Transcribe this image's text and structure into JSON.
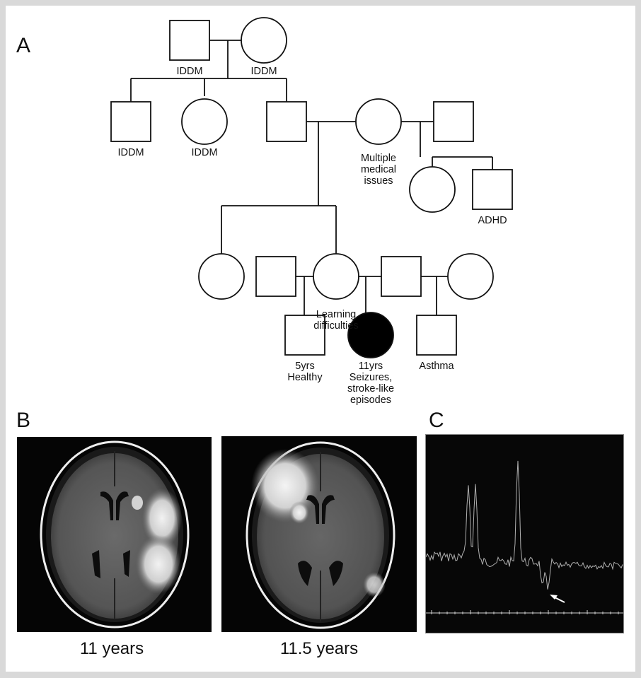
{
  "panels": {
    "A": {
      "letter": "A",
      "title": "Pedigree",
      "individuals": [
        {
          "id": "g1-father",
          "sex": "male",
          "affected": false,
          "label": [
            "IDDM"
          ]
        },
        {
          "id": "g1-mother",
          "sex": "female",
          "affected": false,
          "label": [
            "IDDM"
          ]
        },
        {
          "id": "g2-son-1",
          "sex": "male",
          "affected": false,
          "label": [
            "IDDM"
          ]
        },
        {
          "id": "g2-daughter",
          "sex": "female",
          "affected": false,
          "label": [
            "IDDM"
          ]
        },
        {
          "id": "g2-son-2",
          "sex": "male",
          "affected": false,
          "label": []
        },
        {
          "id": "g2-spouse-woman",
          "sex": "female",
          "affected": false,
          "label": [
            "Multiple",
            "medical",
            "issues"
          ]
        },
        {
          "id": "g2-second-partner",
          "sex": "male",
          "affected": false,
          "label": []
        },
        {
          "id": "g3-half-sister",
          "sex": "female",
          "affected": false,
          "label": []
        },
        {
          "id": "g3-half-brother",
          "sex": "male",
          "affected": false,
          "label": [
            "ADHD"
          ]
        },
        {
          "id": "g3-daughter-1",
          "sex": "female",
          "affected": false,
          "label": []
        },
        {
          "id": "g3-partner-1",
          "sex": "male",
          "affected": false,
          "label": []
        },
        {
          "id": "g3-daughter-2",
          "sex": "female",
          "affected": false,
          "label": [
            "Learning",
            "difficulties"
          ]
        },
        {
          "id": "g3-partner-2",
          "sex": "male",
          "affected": false,
          "label": []
        },
        {
          "id": "g3-partner-2-spouse",
          "sex": "female",
          "affected": false,
          "label": []
        },
        {
          "id": "g4-son",
          "sex": "male",
          "affected": false,
          "label": [
            "5yrs",
            "Healthy"
          ]
        },
        {
          "id": "g4-proband",
          "sex": "female",
          "affected": true,
          "label": [
            "11yrs",
            "Seizures,",
            "stroke-like",
            "episodes"
          ]
        },
        {
          "id": "g4-half-brother",
          "sex": "male",
          "affected": false,
          "label": [
            "Asthma"
          ]
        }
      ]
    },
    "B": {
      "letter": "B",
      "images": [
        {
          "caption": "11 years",
          "description": "Axial FLAIR MRI, left temporo-parietal-occipital hyperintensity"
        },
        {
          "caption": "11.5 years",
          "description": "Axial FLAIR MRI, right frontal hyperintensity"
        }
      ]
    },
    "C": {
      "letter": "C",
      "description": "MR spectrum with inverted doublet peak indicated by arrow",
      "arrow": "arrow-icon"
    }
  },
  "colors": {
    "background": "#d9d9d9",
    "figure": "#ffffff",
    "ink": "#111111",
    "affected_fill": "#000000",
    "image_bg": "#050505",
    "spectrum_trace": "#b0b0b0"
  }
}
